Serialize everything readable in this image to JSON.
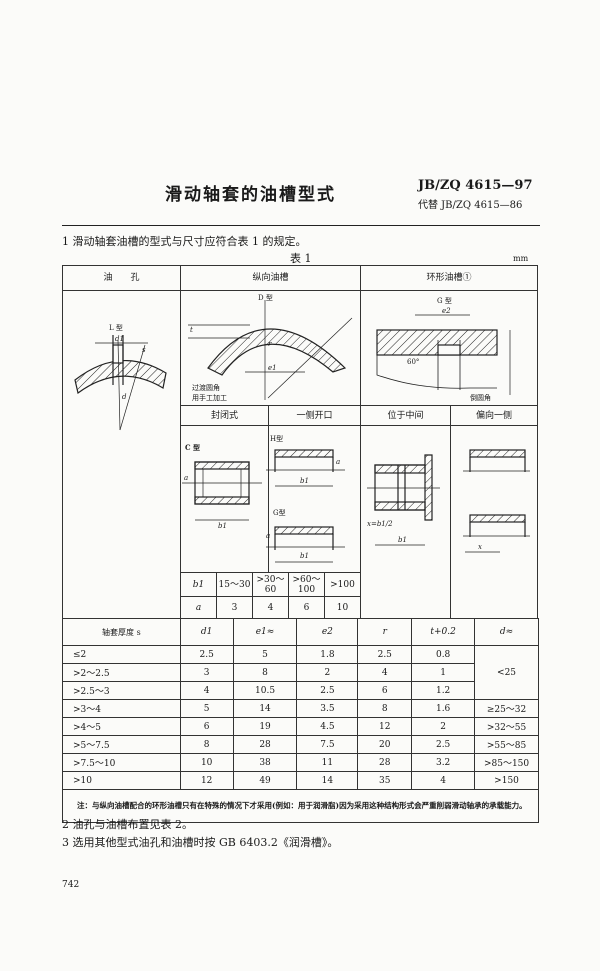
{
  "header": {
    "title": "滑动轴套的油槽型式",
    "standard": "JB/ZQ 4615—97",
    "replaces": "代替 JB/ZQ 4615—86"
  },
  "clause1": "1  滑动轴套油槽的型式与尺寸应符合表 1 的规定。",
  "table_caption": "表 1",
  "unit": "mm",
  "table": {
    "col_headers": [
      "油　　孔",
      "纵向油槽",
      "环形油槽①"
    ],
    "sub_headers": [
      "封闭式",
      "一侧开口",
      "位于中间",
      "偏向一侧"
    ],
    "figure_labels": {
      "l_type": "L 型",
      "d1": "d1",
      "s": "s",
      "d": "d",
      "d_type": "D 型",
      "t": "t",
      "r": "r",
      "e1": "e1",
      "d_note1": "过渡圆角",
      "d_note2": "用手工加工",
      "g_type": "G 型",
      "e2": "e2",
      "angle": "60°",
      "chamfer": "倒圆角",
      "c_type": "C 型",
      "a": "a",
      "b1": "b1",
      "h_type": "H型",
      "g_type2": "G型",
      "x_formula": "x=b1/2",
      "x": "x"
    },
    "b1_row": {
      "label": "b1",
      "values": [
        "15～30",
        ">30～60",
        ">60～100",
        ">100"
      ]
    },
    "a_row": {
      "label": "a",
      "values": [
        "3",
        "4",
        "6",
        "10"
      ]
    },
    "dim_headers": [
      "轴套厚度 s",
      "d1",
      "e1≈",
      "e2",
      "r",
      "t+0.2",
      "d≈"
    ],
    "rows": [
      [
        "≤2",
        "2.5",
        "5",
        "1.8",
        "2.5",
        "0.8"
      ],
      [
        ">2～2.5",
        "3",
        "8",
        "2",
        "4",
        "1"
      ],
      [
        ">2.5～3",
        "4",
        "10.5",
        "2.5",
        "6",
        "1.2"
      ],
      [
        ">3～4",
        "5",
        "14",
        "3.5",
        "8",
        "1.6"
      ],
      [
        ">4～5",
        "6",
        "19",
        "4.5",
        "12",
        "2"
      ],
      [
        ">5～7.5",
        "8",
        "28",
        "7.5",
        "20",
        "2.5"
      ],
      [
        ">7.5～10",
        "10",
        "38",
        "11",
        "28",
        "3.2"
      ],
      [
        ">10",
        "12",
        "49",
        "14",
        "35",
        "4"
      ]
    ],
    "d_values": [
      "<25",
      "≥25～32",
      ">32～55",
      ">55～85",
      ">85～150",
      ">150"
    ],
    "note": "注：与纵向油槽配合的环形油槽只有在特殊的情况下才采用(例如：用于润滑脂)因为采用这种结构形式会严重削弱滑动轴承的承载能力。"
  },
  "clause2": "2  油孔与油槽布置见表 2。",
  "clause3": "3  选用其他型式油孔和油槽时按 GB 6403.2《润滑槽》。",
  "page_number": "742"
}
